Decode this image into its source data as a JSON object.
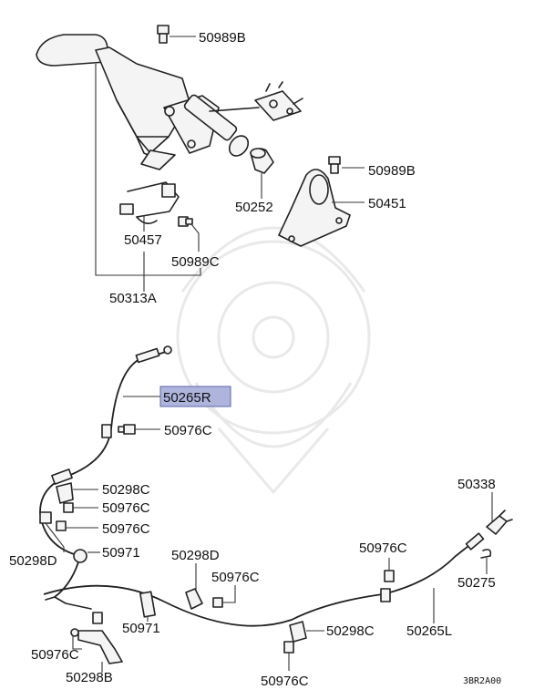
{
  "labels": {
    "l50989b_top": "50989B",
    "l50989b_mid": "50989B",
    "l50252": "50252",
    "l50451": "50451",
    "l50457": "50457",
    "l50989c": "50989C",
    "l50313a": "50313A",
    "l50265r": "50265R",
    "l50976c_1": "50976C",
    "l50298c_1": "50298C",
    "l50976c_2": "50976C",
    "l50976c_3": "50976C",
    "l50298d_left": "50298D",
    "l50971_1": "50971",
    "l50338": "50338",
    "l50976c_4": "50976C",
    "l50298d_mid": "50298D",
    "l50976c_5": "50976C",
    "l50275": "50275",
    "l50971_2": "50971",
    "l50298c_2": "50298C",
    "l50265l": "50265L",
    "l50976c_6": "50976C",
    "l50298b": "50298B",
    "l50976c_7": "50976C"
  },
  "diagram_code": "3BR2A00",
  "highlight_color": "#aeb4dc"
}
